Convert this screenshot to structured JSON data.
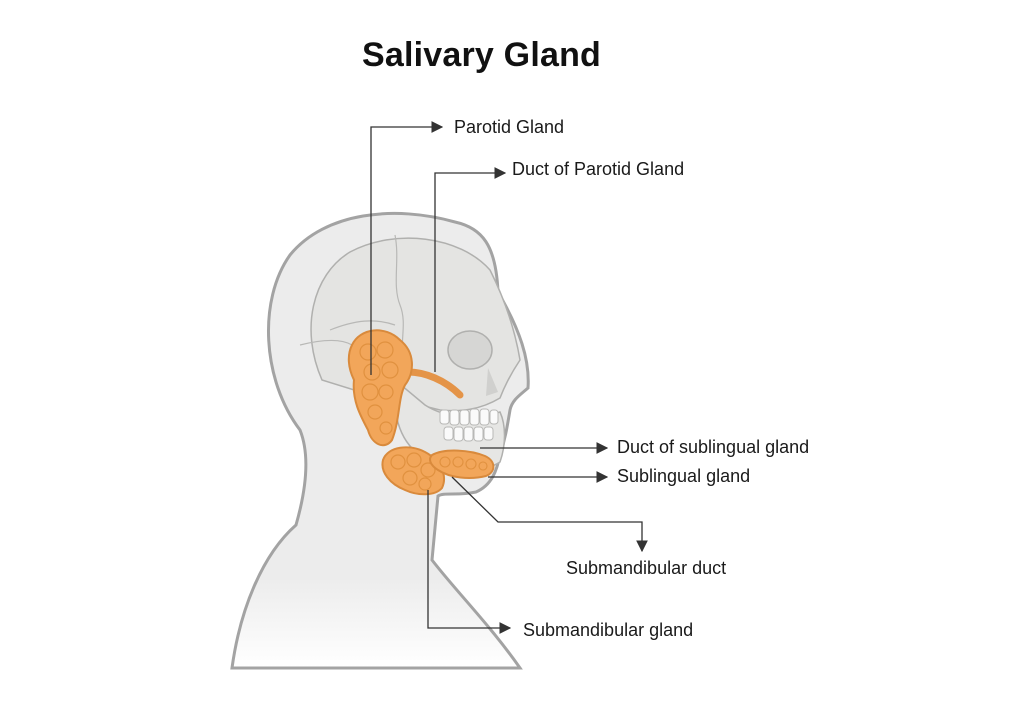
{
  "title": "Salivary Gland",
  "labels": {
    "parotid_gland": "Parotid Gland",
    "parotid_duct": "Duct of Parotid Gland",
    "sublingual_duct": "Duct of sublingual gland",
    "sublingual_gland": "Sublingual gland",
    "submandibular_duct": "Submandibular duct",
    "submandibular_gland": "Submandibular gland"
  },
  "colors": {
    "gland": "#f2a65a",
    "gland_dark": "#d98a3c",
    "skin": "#ececec",
    "skull": "#e2e2e0",
    "outline": "#9a9a9a",
    "leader_line": "#333333"
  }
}
